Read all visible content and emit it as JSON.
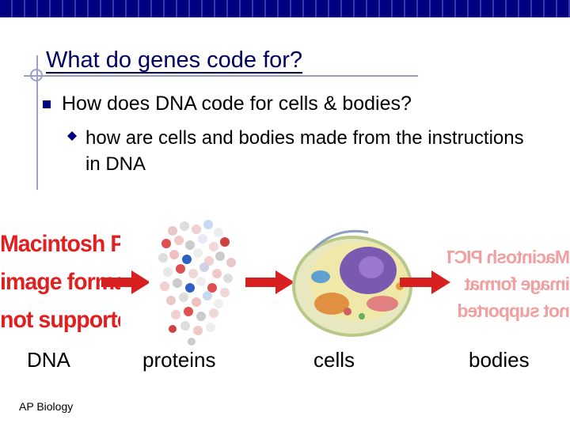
{
  "slide": {
    "title": "What do genes code for?",
    "bullet1": "How does DNA code for cells & bodies?",
    "bullet2": "how are cells and bodies made from the instructions in DNA"
  },
  "images": {
    "left_error": "Macintosh PICT\nimage format\nnot supported",
    "right_error": "Macintosh PICT\nimage format\nnot supported"
  },
  "labels": {
    "dna": "DNA",
    "proteins": "proteins",
    "cells": "cells",
    "bodies": "bodies"
  },
  "footer": "AP Biology",
  "colors": {
    "title": "#000060",
    "arrow": "#d82020",
    "bar": "#000080"
  }
}
